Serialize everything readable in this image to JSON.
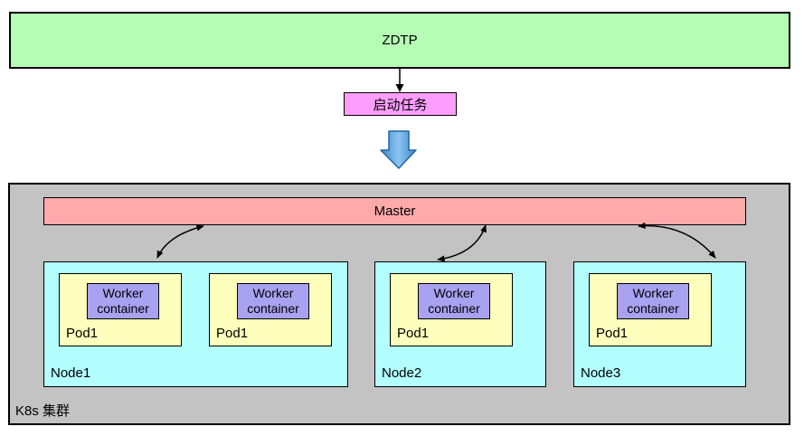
{
  "zdtp": {
    "label": "ZDTP"
  },
  "start_task": {
    "label": "启动任务"
  },
  "cluster": {
    "label": "K8s 集群",
    "master": {
      "label": "Master"
    },
    "nodes": [
      {
        "label": "Node1",
        "pods": [
          {
            "label": "Pod1",
            "container_label": "Worker container"
          },
          {
            "label": "Pod1",
            "container_label": "Worker container"
          }
        ]
      },
      {
        "label": "Node2",
        "pods": [
          {
            "label": "Pod1",
            "container_label": "Worker container"
          }
        ]
      },
      {
        "label": "Node3",
        "pods": [
          {
            "label": "Pod1",
            "container_label": "Worker container"
          }
        ]
      }
    ]
  },
  "colors": {
    "zdtp_fill": "#b5fdb5",
    "task_fill": "#ff9eff",
    "cluster_fill": "#c3c3c3",
    "master_fill": "#ffaaaa",
    "node_fill": "#b3feff",
    "pod_fill": "#ffffbd",
    "worker_fill": "#a9a2f0",
    "block_arrow_fill": "#5b9fd9",
    "block_arrow_border": "#1f64a5",
    "connector": "#000000"
  }
}
